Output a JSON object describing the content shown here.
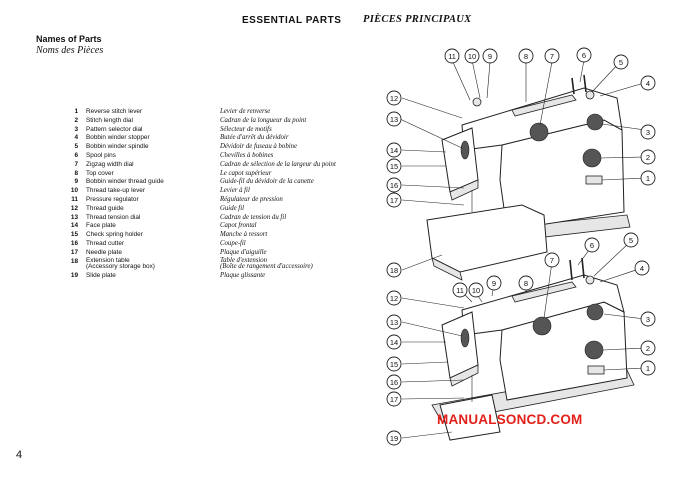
{
  "header": {
    "title_en": "ESSENTIAL PARTS",
    "title_fr": "PIÈCES PRINCIPAUX"
  },
  "names": {
    "en": "Names of Parts",
    "fr": "Noms des Pièces"
  },
  "parts": [
    {
      "num": "1",
      "en": "Reverse stitch lever",
      "fr": "Levier de renverse"
    },
    {
      "num": "2",
      "en": "Stitch length dial",
      "fr": "Cadran de la longueur du point"
    },
    {
      "num": "3",
      "en": "Pattern selector dial",
      "fr": "Sélecteur de motifs"
    },
    {
      "num": "4",
      "en": "Bobbin winder stopper",
      "fr": "Butée d'arrêt du dévidoir"
    },
    {
      "num": "5",
      "en": "Bobbin winder spindle",
      "fr": "Dévidoir de fuseau à bobine"
    },
    {
      "num": "6",
      "en": "Spool pins",
      "fr": "Chevilles à bobines"
    },
    {
      "num": "7",
      "en": "Zigzag width dial",
      "fr": "Cadran de sélection de la largeur du point"
    },
    {
      "num": "8",
      "en": "Top cover",
      "fr": "Le capot supérieur"
    },
    {
      "num": "9",
      "en": "Bobbin winder thread guide",
      "fr": "Guide-fil du dévidoir de la canette"
    },
    {
      "num": "10",
      "en": "Thread take-up lever",
      "fr": "Levier à fil"
    },
    {
      "num": "11",
      "en": "Pressure regulator",
      "fr": "Régulateur de pression"
    },
    {
      "num": "12",
      "en": "Thread guide",
      "fr": "Guide fil"
    },
    {
      "num": "13",
      "en": "Thread tension dial",
      "fr": "Cadran de tension du fil"
    },
    {
      "num": "14",
      "en": "Face plate",
      "fr": "Capot frontal"
    },
    {
      "num": "15",
      "en": "Check spring holder",
      "fr": "Manche à ressort"
    },
    {
      "num": "16",
      "en": "Thread cutter",
      "fr": "Coupe-fil"
    },
    {
      "num": "17",
      "en": "Needle plate",
      "fr": "Plaque d'aiguille"
    },
    {
      "num": "18",
      "en": "Extension table",
      "en2": "(Accessory storage box)",
      "fr": "Table d'extension",
      "fr2": "(Boîte de rangement d'accessoire)"
    },
    {
      "num": "19",
      "en": "Slide plate",
      "fr": "Plaque glissante"
    }
  ],
  "page_number": "4",
  "watermark": "MANUALSONCD.COM",
  "diagram_top": {
    "callouts": [
      "11",
      "10",
      "9",
      "8",
      "7",
      "6",
      "5",
      "4",
      "12",
      "13",
      "14",
      "15",
      "16",
      "17",
      "18",
      "3",
      "2",
      "1"
    ]
  },
  "diagram_bottom": {
    "callouts": [
      "9",
      "8",
      "7",
      "6",
      "5",
      "4",
      "11",
      "10",
      "12",
      "13",
      "14",
      "15",
      "16",
      "17",
      "19",
      "3",
      "2",
      "1"
    ]
  }
}
